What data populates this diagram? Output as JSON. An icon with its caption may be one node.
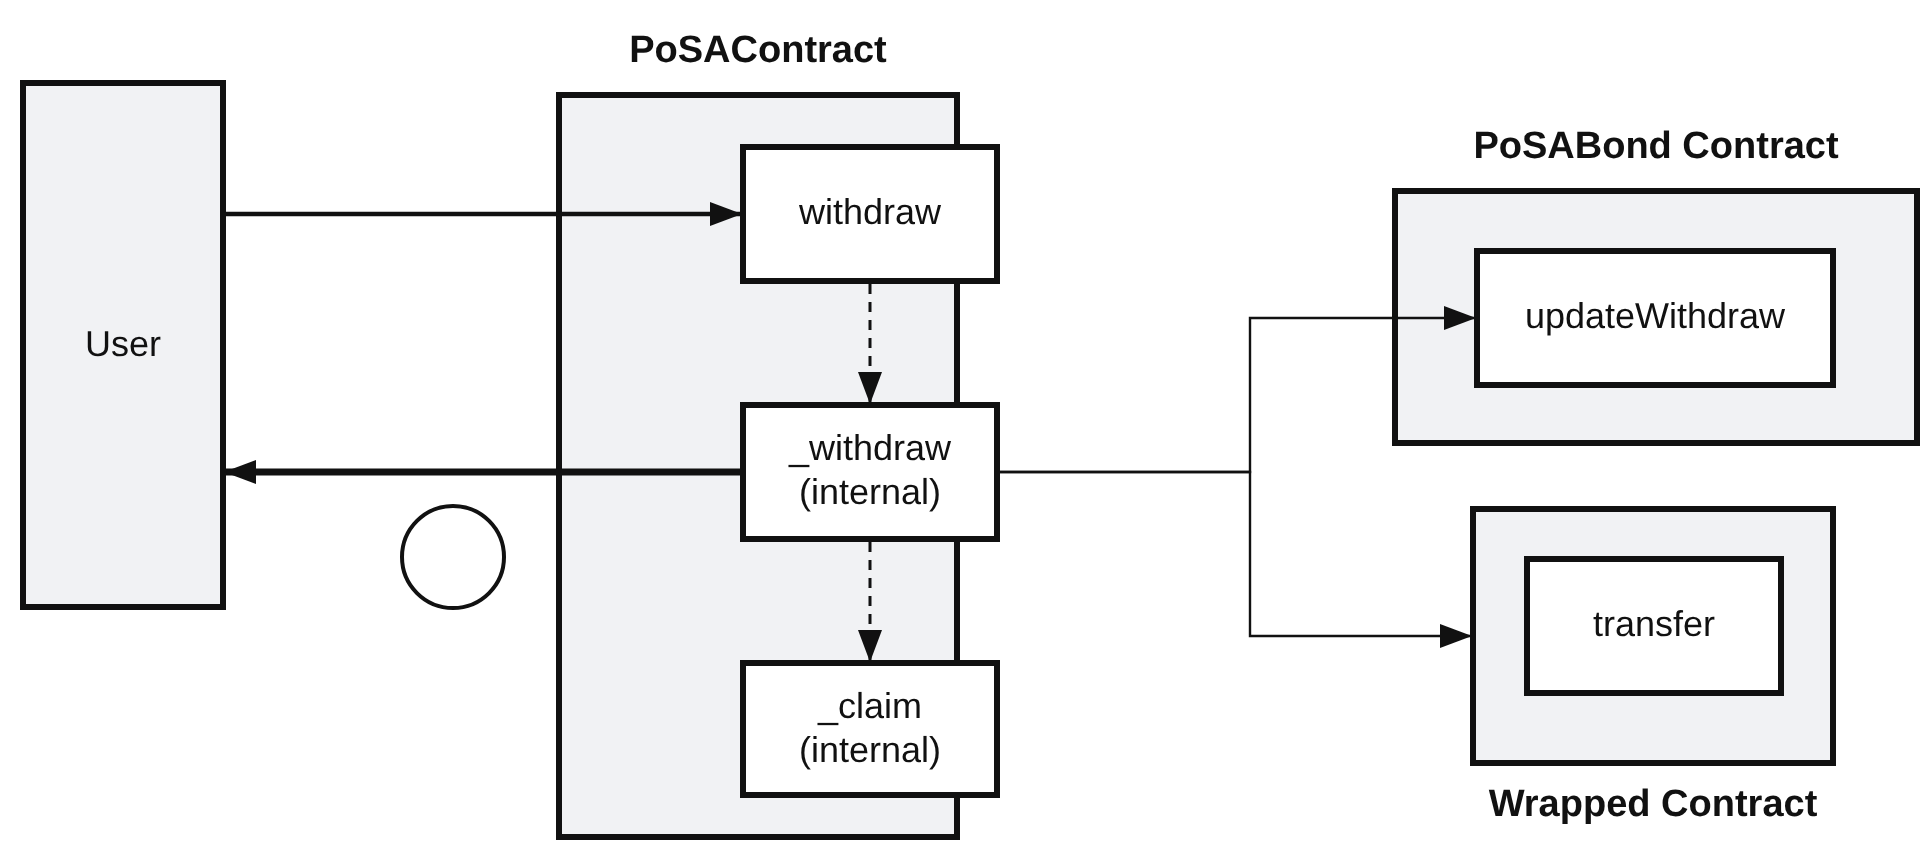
{
  "diagram": {
    "nodes": [
      {
        "text": [
          "User"
        ]
      },
      {
        "text": [
          "PoSAContract"
        ]
      },
      {
        "text": [
          "withdraw"
        ],
        "in": 1
      },
      {
        "text": [
          "_withdraw (internal)"
        ],
        "in": 1
      },
      {
        "text": [
          "_claim (internal)"
        ],
        "in": 1
      },
      {
        "text": [
          "PoSABond Contract"
        ]
      },
      {
        "text": [
          "updateWithdraw"
        ],
        "in": 5
      },
      {
        "text": [
          "Wrapped Contract"
        ]
      },
      {
        "text": [
          "transfer"
        ],
        "in": 7
      },
      {
        "text": [],
        "shape": "circle"
      }
    ],
    "edges": [
      {
        "from": 0,
        "to": 2,
        "arrow": "to"
      },
      {
        "from": 2,
        "to": 3,
        "arrow": "to",
        "style": "dashed"
      },
      {
        "from": 3,
        "to": 0,
        "arrow": "to",
        "style": "thick"
      },
      {
        "from": 3,
        "to": 4,
        "arrow": "to",
        "style": "dashed"
      },
      {
        "from": 3,
        "to": 6,
        "arrow": "to"
      },
      {
        "from": 3,
        "to": 7,
        "arrow": "to"
      }
    ]
  }
}
